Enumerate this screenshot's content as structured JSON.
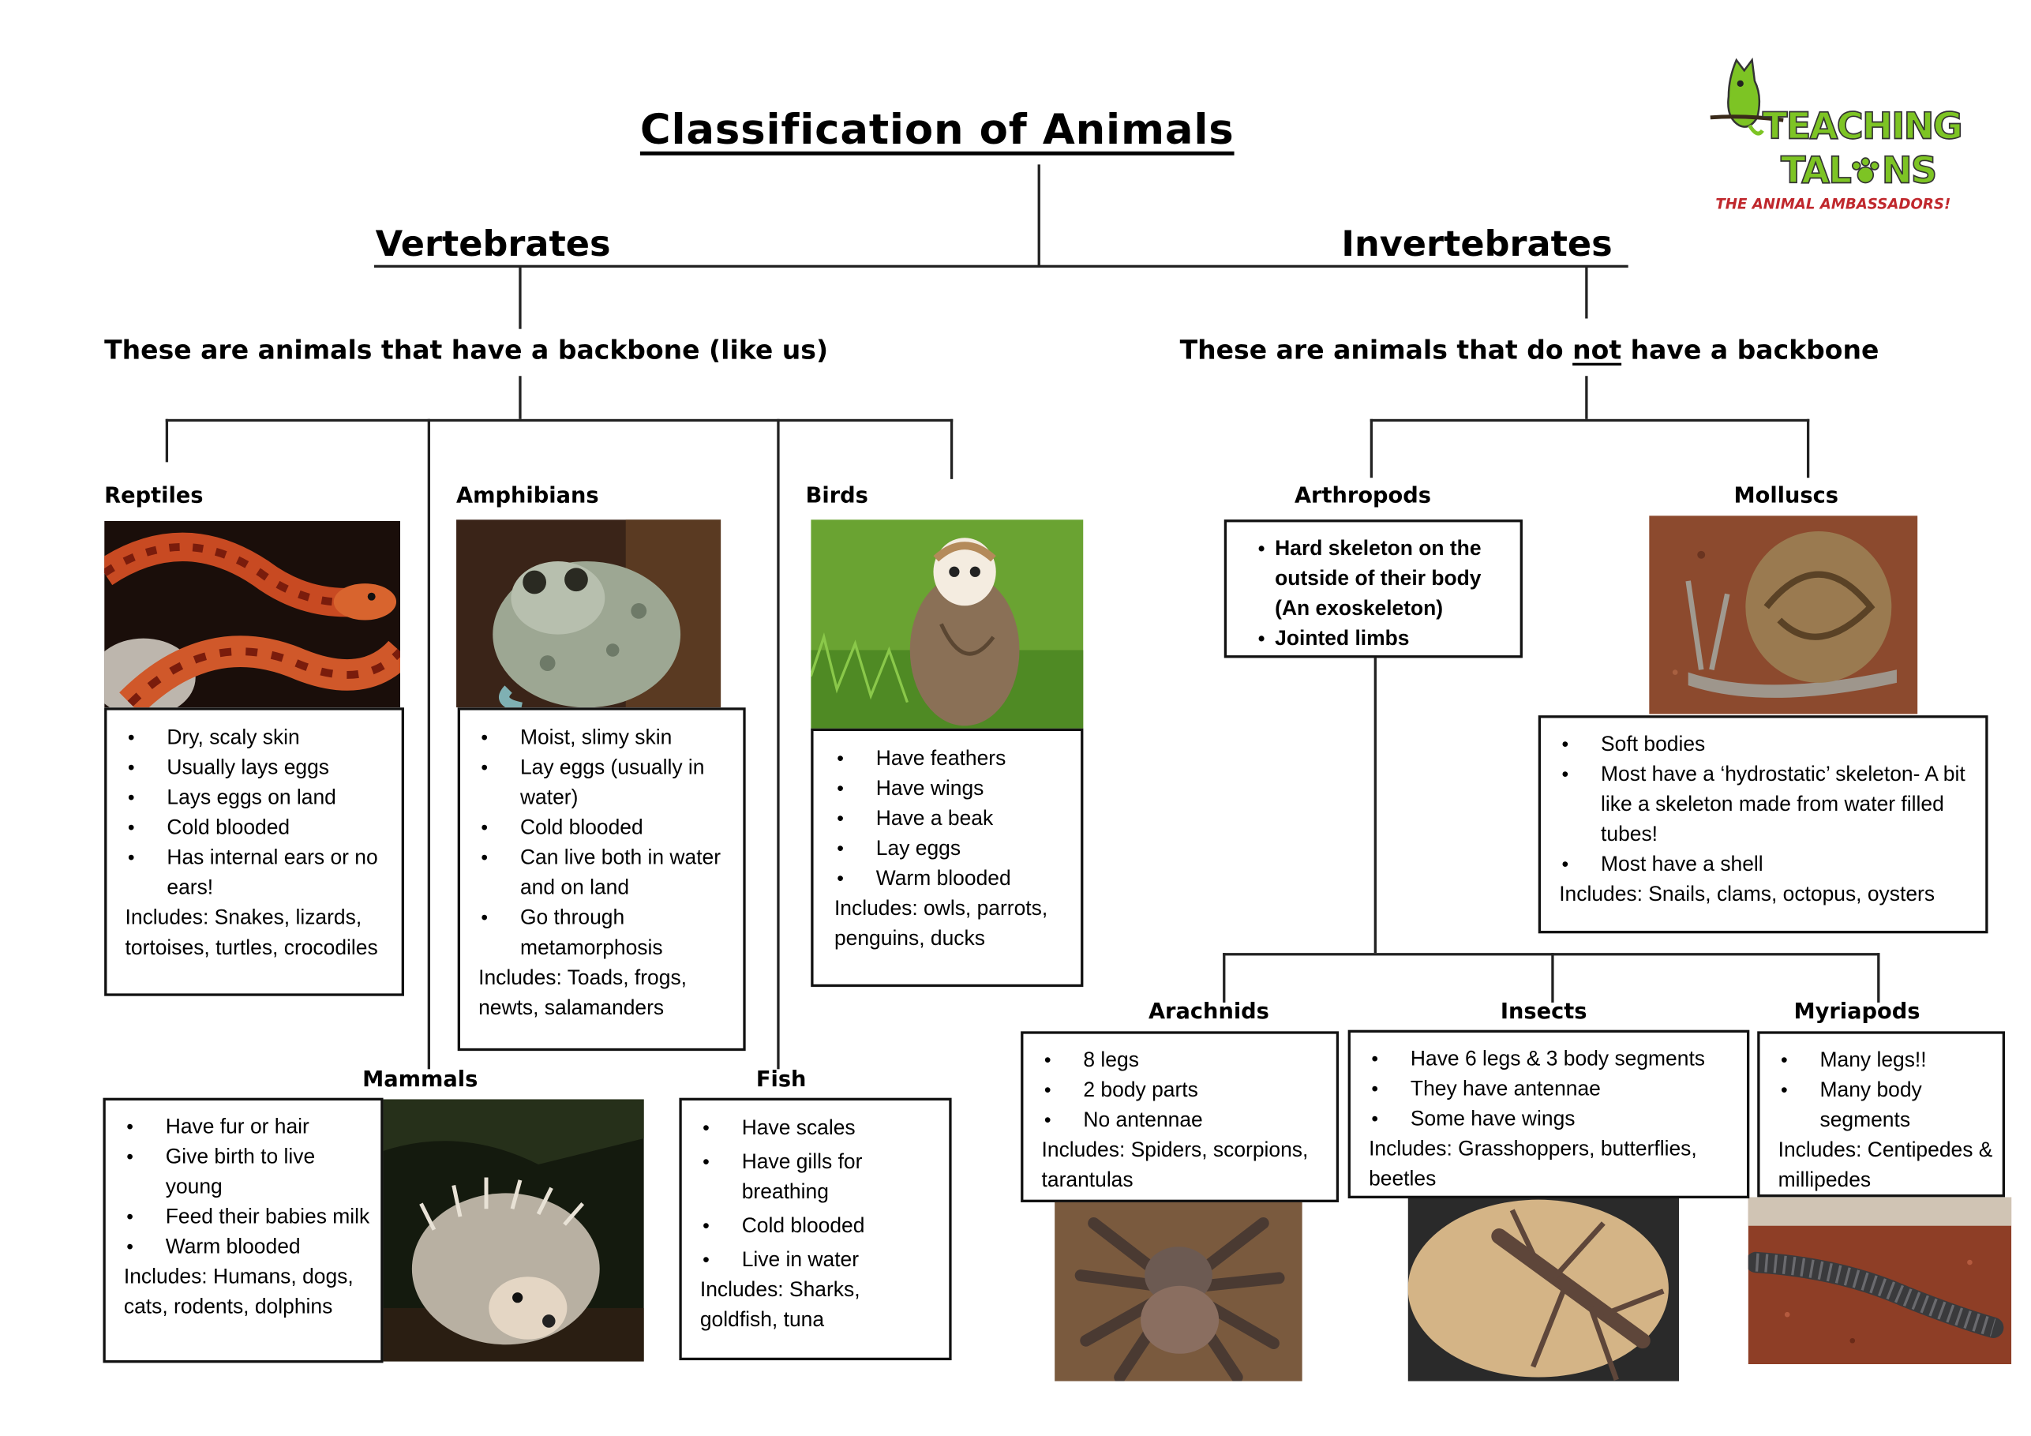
{
  "title": "Classification of Animals",
  "vertebrates": {
    "heading": "Vertebrates",
    "description": "These are animals that have a backbone (like us)"
  },
  "invertebrates": {
    "heading": "Invertebrates",
    "description_before": "These are animals that do ",
    "description_emphasis": "not",
    "description_after": " have a backbone"
  },
  "logo": {
    "line1": "TEACHING",
    "line2a": "TAL",
    "line2b": "NS",
    "tagline": "THE ANIMAL AMBASSADORS!"
  },
  "reptiles": {
    "label": "Reptiles",
    "facts": [
      "Dry, scaly skin",
      "Usually lays eggs",
      "Lays eggs on land",
      "Cold blooded",
      "Has internal ears or no ears!"
    ],
    "includes": "Includes: Snakes, lizards, tortoises, turtles, crocodiles"
  },
  "amphibians": {
    "label": "Amphibians",
    "facts": [
      "Moist, slimy skin",
      "Lay eggs (usually in water)",
      "Cold blooded",
      "Can live both in water and on land",
      "Go through metamorphosis"
    ],
    "includes": "Includes: Toads, frogs, newts, salamanders"
  },
  "birds": {
    "label": "Birds",
    "facts": [
      "Have feathers",
      "Have wings",
      "Have a beak",
      "Lay eggs",
      "Warm blooded"
    ],
    "includes": "Includes: owls, parrots, penguins, ducks"
  },
  "mammals": {
    "label": "Mammals",
    "facts": [
      "Have fur or hair",
      "Give birth to live young",
      "Feed their babies milk",
      "Warm blooded"
    ],
    "includes": "Includes: Humans, dogs, cats, rodents, dolphins"
  },
  "fish": {
    "label": "Fish",
    "facts": [
      "Have scales",
      "Have gills for breathing",
      "Cold blooded",
      "Live in water"
    ],
    "includes": "Includes: Sharks, goldfish, tuna"
  },
  "arthropods": {
    "label": "Arthropods",
    "facts": [
      "Hard skeleton on the outside of their body (An exoskeleton)",
      "Jointed limbs"
    ]
  },
  "molluscs": {
    "label": "Molluscs",
    "facts": [
      "Soft bodies",
      "Most have a ‘hydrostatic’ skeleton- A bit like a skeleton made from water filled tubes!",
      "Most have a shell"
    ],
    "includes": "Includes: Snails, clams, octopus, oysters"
  },
  "arachnids": {
    "label": "Arachnids",
    "facts": [
      "8 legs",
      "2 body parts",
      "No antennae"
    ],
    "includes": "Includes: Spiders, scorpions, tarantulas"
  },
  "insects": {
    "label": "Insects",
    "facts": [
      "Have 6 legs & 3 body segments",
      "They have antennae",
      "Some have wings"
    ],
    "includes": "Includes: Grasshoppers, butterflies, beetles"
  },
  "myriapods": {
    "label": "Myriapods",
    "facts": [
      "Many legs!!",
      "Many body segments"
    ],
    "includes": "Includes: Centipedes & millipedes"
  },
  "colors": {
    "logo_green": "#7dc424",
    "logo_red": "#c0282d",
    "line": "#222222"
  }
}
